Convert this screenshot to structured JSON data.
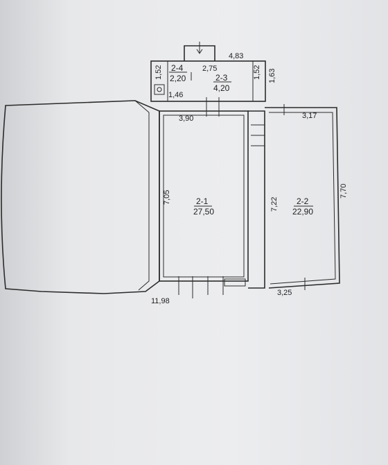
{
  "rooms": {
    "r21": {
      "id": "2-1",
      "area": "27,50"
    },
    "r22": {
      "id": "2-2",
      "area": "22,90"
    },
    "r23": {
      "id": "2-3",
      "area": "4,20"
    },
    "r24": {
      "id": "2-4",
      "area": "2,20"
    }
  },
  "dimensions": {
    "d483": "4,83",
    "d275": "2,75",
    "d152a": "1,52",
    "d152b": "1,52",
    "d163": "1,63",
    "d146": "1,46",
    "d390": "3,90",
    "d317": "3,17",
    "d705": "7,05",
    "d722": "7,22",
    "d770": "7,70",
    "d1198": "11,98",
    "d325": "3,25"
  }
}
